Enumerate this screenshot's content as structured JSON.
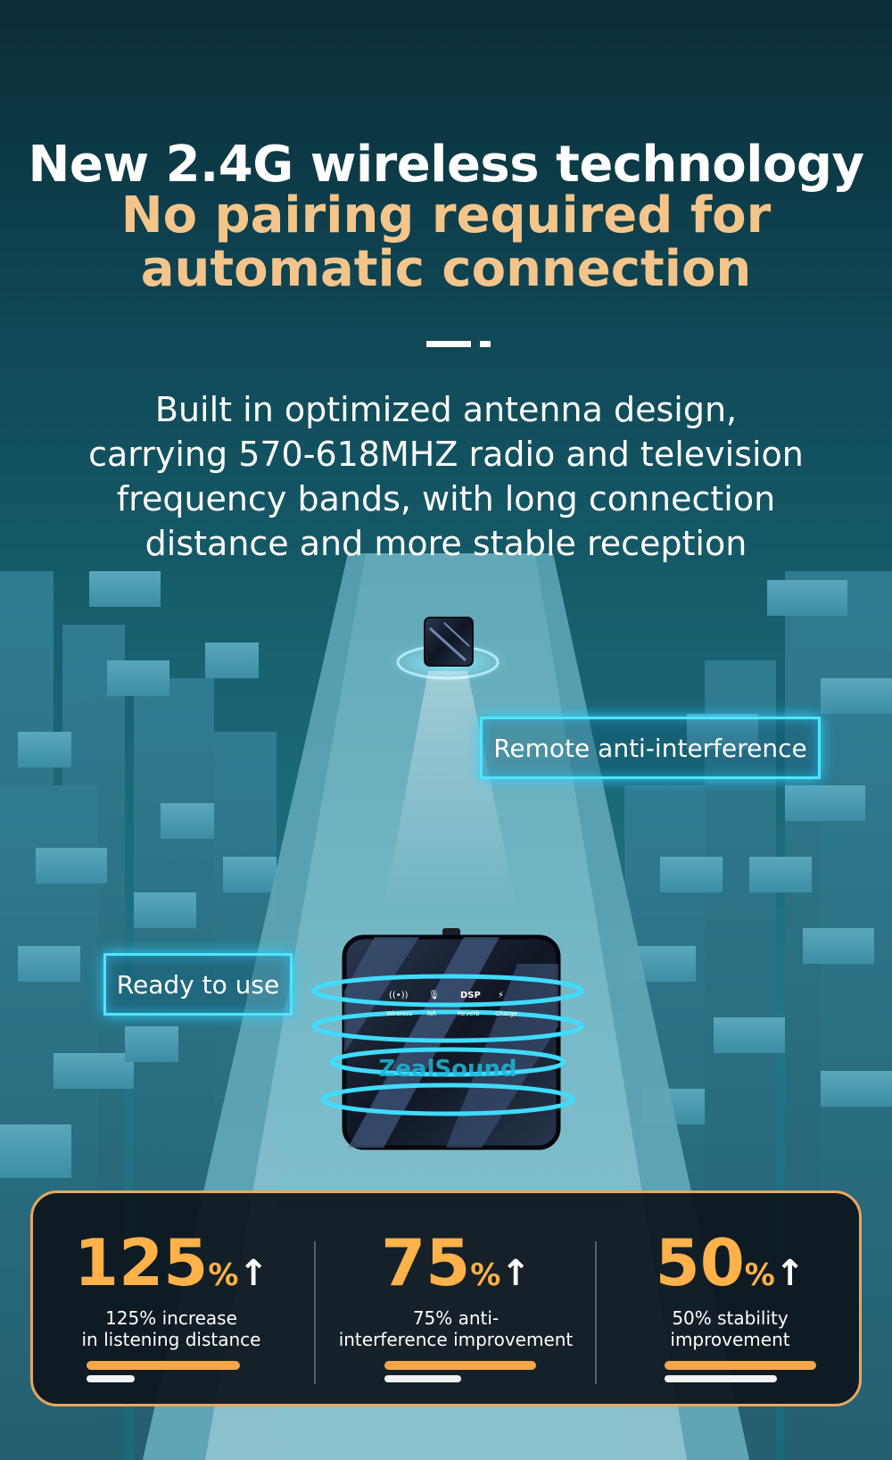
{
  "headline": {
    "line1": "New 2.4G wireless technology",
    "line2": "No pairing required for",
    "line3": "automatic connection"
  },
  "description": [
    "Built in optimized antenna design,",
    "carrying 570-618MHZ radio and television",
    "frequency bands, with long connection",
    "distance and more stable reception"
  ],
  "callouts": {
    "remote": "Remote anti-interference",
    "ready": "Ready to use"
  },
  "device": {
    "brand": "ZealSound",
    "icons": [
      "Wireless",
      "NR",
      "Reverb",
      "Charge"
    ],
    "dsp_label": "DSP"
  },
  "stats": [
    {
      "value": "125",
      "unit": "%",
      "arrow": "↑",
      "line1": "125% increase",
      "line2": "in listening distance"
    },
    {
      "value": "75",
      "unit": "%",
      "arrow": "↑",
      "line1": "75% anti-",
      "line2": "interference improvement"
    },
    {
      "value": "50",
      "unit": "%",
      "arrow": "↑",
      "line1": "50% stability",
      "line2": "improvement"
    }
  ],
  "colors": {
    "accent_orange": "#f4c58a",
    "stat_orange": "#ffb14a",
    "glow_cyan": "#4ee6ff"
  }
}
